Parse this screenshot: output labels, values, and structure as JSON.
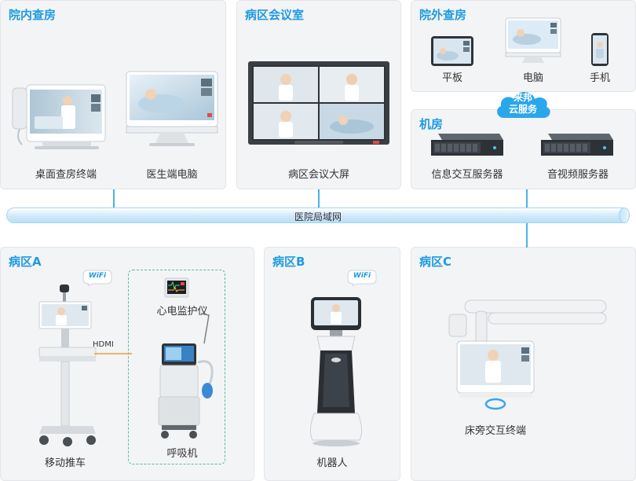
{
  "panels": {
    "inpatient_rounds": {
      "title": "院内查房",
      "items": [
        "桌面查房终端",
        "医生端电脑"
      ]
    },
    "ward_meeting": {
      "title": "病区会议室",
      "items": [
        "病区会议大屏"
      ]
    },
    "outside_rounds": {
      "title": "院外查房",
      "items": [
        "平板",
        "电脑",
        "手机"
      ]
    },
    "server_room": {
      "title": "机房",
      "items": [
        "信息交互服务器",
        "音视频服务器"
      ]
    },
    "ward_a": {
      "title": "病区A",
      "items": [
        "移动推车",
        "心电监护仪",
        "呼吸机"
      ]
    },
    "ward_b": {
      "title": "病区B",
      "items": [
        "机器人"
      ]
    },
    "ward_c": {
      "title": "病区C",
      "items": [
        "床旁交互终端"
      ]
    }
  },
  "cloud": {
    "line1": "来邦",
    "line2": "云服务"
  },
  "network": {
    "label": "医院局域网"
  },
  "badges": {
    "wifi": "WiFi",
    "hdmi": "HDMI"
  },
  "colors": {
    "accent": "#1e9be0",
    "panel_bg": "#f3f4f6",
    "line": "#49b3e8",
    "cloud": "#2aa7ea"
  }
}
